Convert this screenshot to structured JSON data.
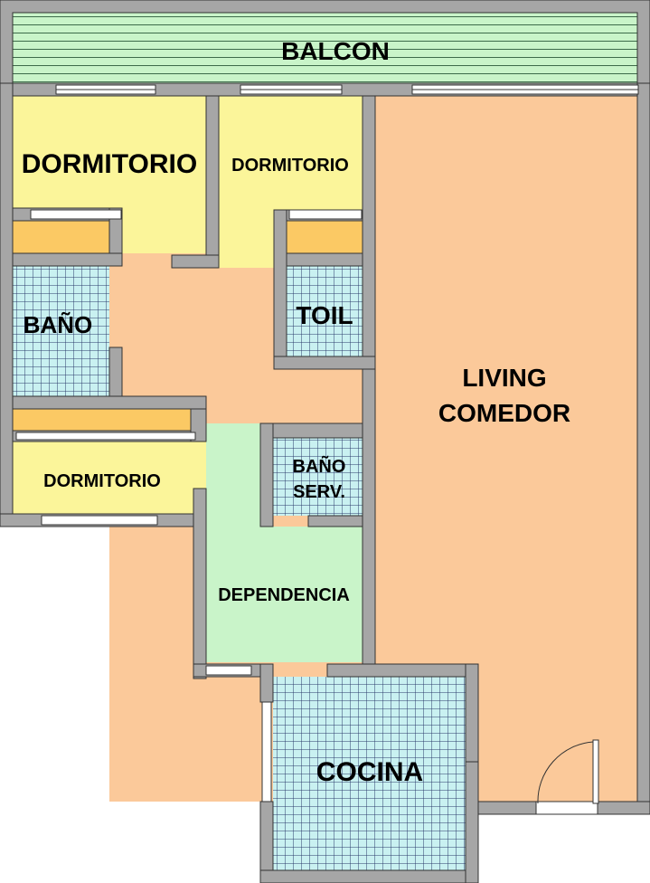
{
  "colors": {
    "wall": "#a6a6a6",
    "wall_outline": "#333333",
    "balcony": "#c9f4c9",
    "bedroom": "#fbf59a",
    "living": "#fbc99a",
    "service": "#c9f4c9",
    "closet": "#fbc964",
    "tile": "#c9f1f1",
    "tile_grid": "#2b3a6b"
  },
  "rooms": {
    "balcon": "BALCON",
    "dormitorio_1": "DORMITORIO",
    "dormitorio_2": "DORMITORIO",
    "dormitorio_3": "DORMITORIO",
    "bano": "BAÑO",
    "toil": "TOIL",
    "living_line1": "LIVING",
    "living_line2": "COMEDOR",
    "bano_serv_line1": "BAÑO",
    "bano_serv_line2": "SERV.",
    "dependencia": "DEPENDENCIA",
    "cocina": "COCINA"
  }
}
